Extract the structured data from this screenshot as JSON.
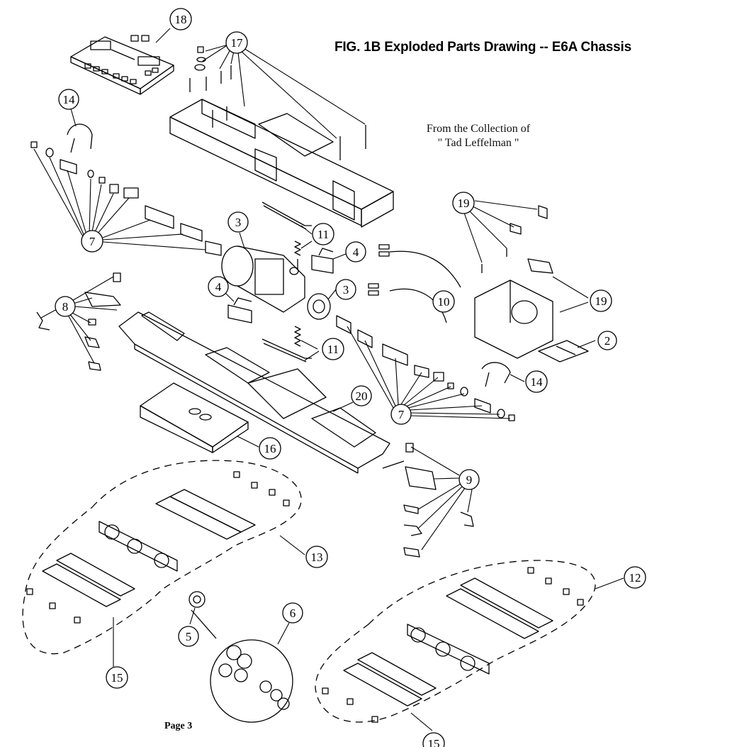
{
  "title": "FIG. 1B Exploded Parts Drawing -- E6A Chassis",
  "credit": {
    "line1": "From the Collection of",
    "line2": "\" Tad Leffelman \""
  },
  "page_label": "Page 3",
  "callouts": [
    {
      "id": "c18",
      "label": "18"
    },
    {
      "id": "c17",
      "label": "17"
    },
    {
      "id": "c14a",
      "label": "14"
    },
    {
      "id": "c7a",
      "label": "7"
    },
    {
      "id": "c3a",
      "label": "3"
    },
    {
      "id": "c11a",
      "label": "11"
    },
    {
      "id": "c4a",
      "label": "4"
    },
    {
      "id": "c19a",
      "label": "19"
    },
    {
      "id": "c4b",
      "label": "4"
    },
    {
      "id": "c3b",
      "label": "3"
    },
    {
      "id": "c10",
      "label": "10"
    },
    {
      "id": "c19b",
      "label": "19"
    },
    {
      "id": "c8",
      "label": "8"
    },
    {
      "id": "c11b",
      "label": "11"
    },
    {
      "id": "c2",
      "label": "2"
    },
    {
      "id": "c14b",
      "label": "14"
    },
    {
      "id": "c20",
      "label": "20"
    },
    {
      "id": "c7b",
      "label": "7"
    },
    {
      "id": "c16",
      "label": "16"
    },
    {
      "id": "c9",
      "label": "9"
    },
    {
      "id": "c13",
      "label": "13"
    },
    {
      "id": "c12",
      "label": "12"
    },
    {
      "id": "c6",
      "label": "6"
    },
    {
      "id": "c5",
      "label": "5"
    },
    {
      "id": "c15a",
      "label": "15"
    },
    {
      "id": "c15b",
      "label": "15"
    }
  ]
}
